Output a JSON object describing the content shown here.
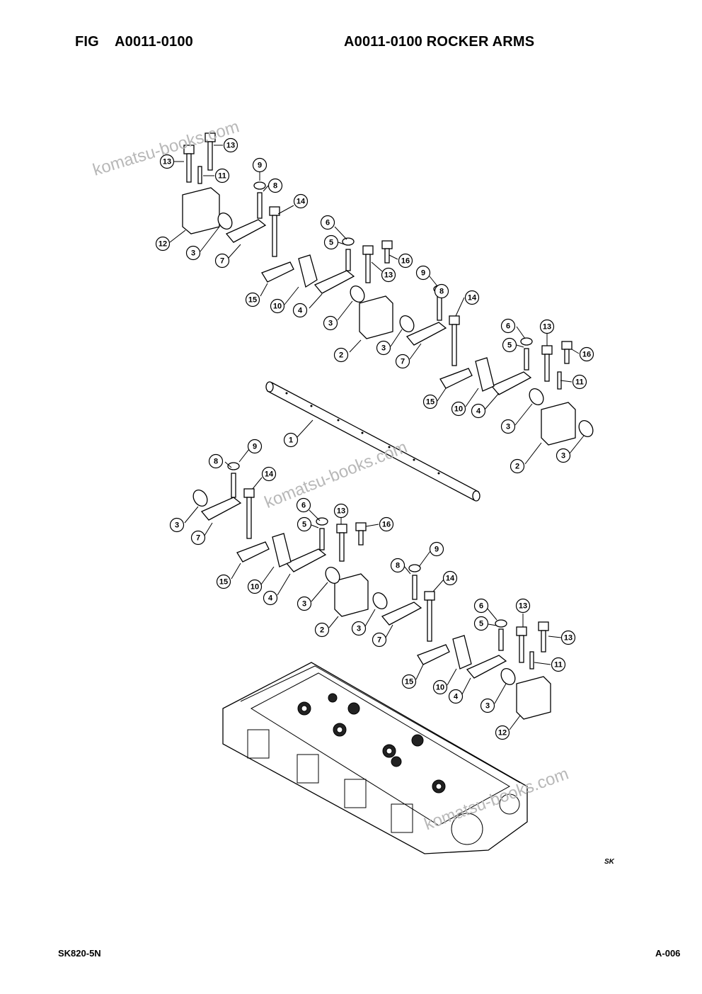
{
  "header": {
    "fig_label": "FIG",
    "fig_code": "A0011-0100",
    "title": "A0011-0100 ROCKER ARMS"
  },
  "footer": {
    "model": "SK820-5N",
    "page": "A-006"
  },
  "drawing_mark": "SK",
  "watermark": "komatsu-books.com",
  "callouts": [
    {
      "n": "13"
    },
    {
      "n": "13"
    },
    {
      "n": "11"
    },
    {
      "n": "9"
    },
    {
      "n": "8"
    },
    {
      "n": "14"
    },
    {
      "n": "12"
    },
    {
      "n": "3"
    },
    {
      "n": "7"
    },
    {
      "n": "6"
    },
    {
      "n": "5"
    },
    {
      "n": "13"
    },
    {
      "n": "16"
    },
    {
      "n": "15"
    },
    {
      "n": "10"
    },
    {
      "n": "4"
    },
    {
      "n": "3"
    },
    {
      "n": "9"
    },
    {
      "n": "8"
    },
    {
      "n": "14"
    },
    {
      "n": "2"
    },
    {
      "n": "3"
    },
    {
      "n": "7"
    },
    {
      "n": "6"
    },
    {
      "n": "5"
    },
    {
      "n": "13"
    },
    {
      "n": "16"
    },
    {
      "n": "11"
    },
    {
      "n": "15"
    },
    {
      "n": "10"
    },
    {
      "n": "4"
    },
    {
      "n": "3"
    },
    {
      "n": "2"
    },
    {
      "n": "3"
    },
    {
      "n": "1"
    },
    {
      "n": "9"
    },
    {
      "n": "8"
    },
    {
      "n": "14"
    },
    {
      "n": "3"
    },
    {
      "n": "7"
    },
    {
      "n": "6"
    },
    {
      "n": "5"
    },
    {
      "n": "13"
    },
    {
      "n": "16"
    },
    {
      "n": "15"
    },
    {
      "n": "10"
    },
    {
      "n": "4"
    },
    {
      "n": "3"
    },
    {
      "n": "9"
    },
    {
      "n": "8"
    },
    {
      "n": "14"
    },
    {
      "n": "2"
    },
    {
      "n": "3"
    },
    {
      "n": "7"
    },
    {
      "n": "6"
    },
    {
      "n": "5"
    },
    {
      "n": "13"
    },
    {
      "n": "13"
    },
    {
      "n": "11"
    },
    {
      "n": "15"
    },
    {
      "n": "10"
    },
    {
      "n": "4"
    },
    {
      "n": "3"
    },
    {
      "n": "12"
    }
  ]
}
